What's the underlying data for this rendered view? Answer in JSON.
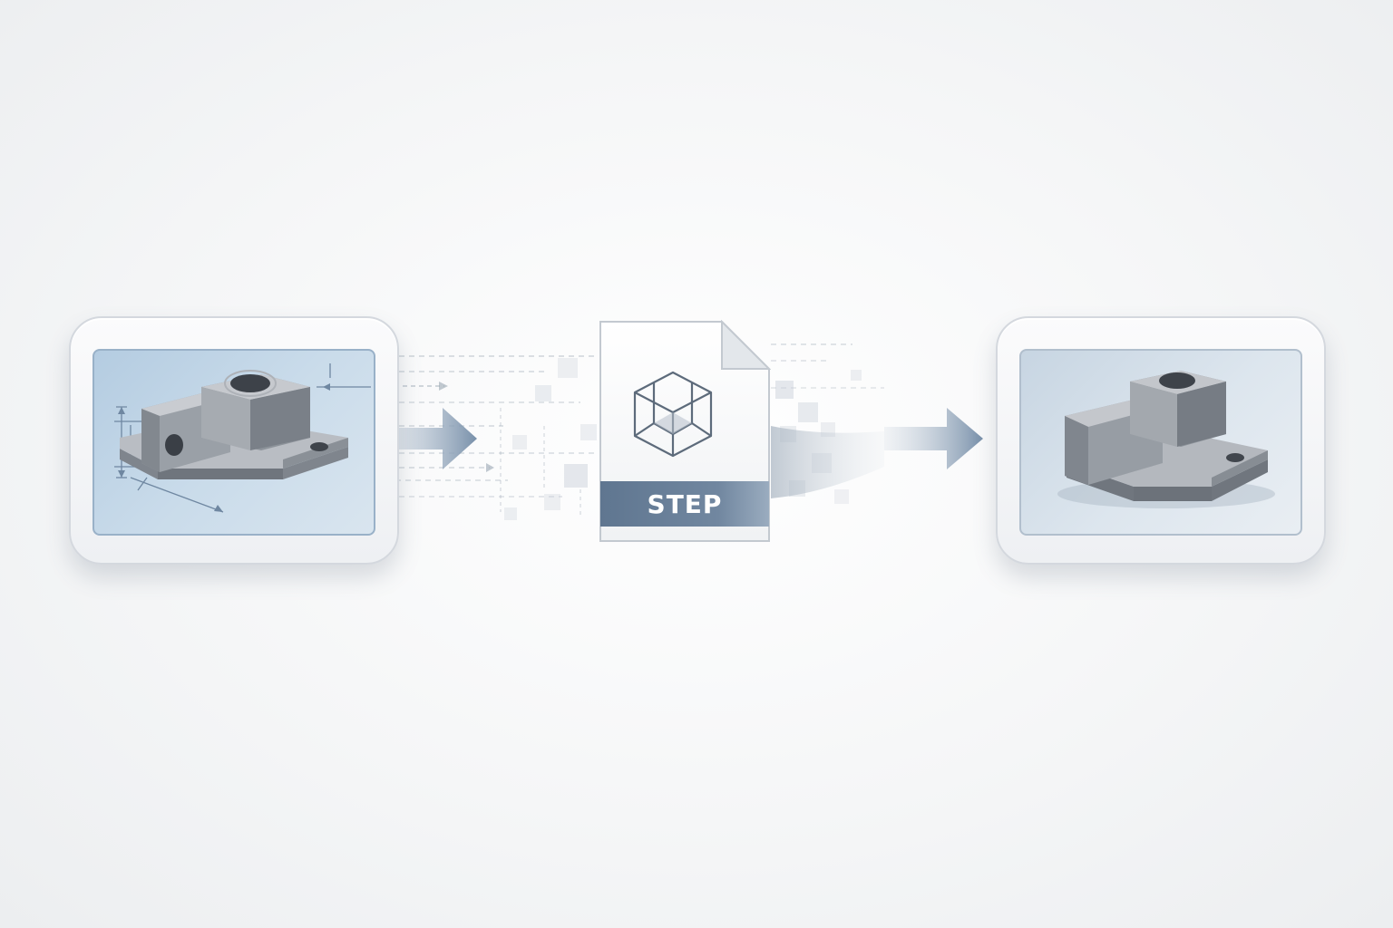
{
  "diagram": {
    "file_label": "STEP",
    "colors": {
      "arrow": "#7b92ab",
      "label_band": "#687f99",
      "part_metal": "#8f949b",
      "source_screen": "#bdd2e4",
      "target_screen": "#d6e0ea"
    },
    "nodes": [
      {
        "id": "source",
        "content": "annotated-cad-part-icon"
      },
      {
        "id": "step-file",
        "content": "wireframe-cube-icon"
      },
      {
        "id": "target",
        "content": "solid-cad-part-icon"
      }
    ],
    "edges": [
      {
        "from": "source",
        "to": "step-file"
      },
      {
        "from": "step-file",
        "to": "target"
      }
    ]
  }
}
